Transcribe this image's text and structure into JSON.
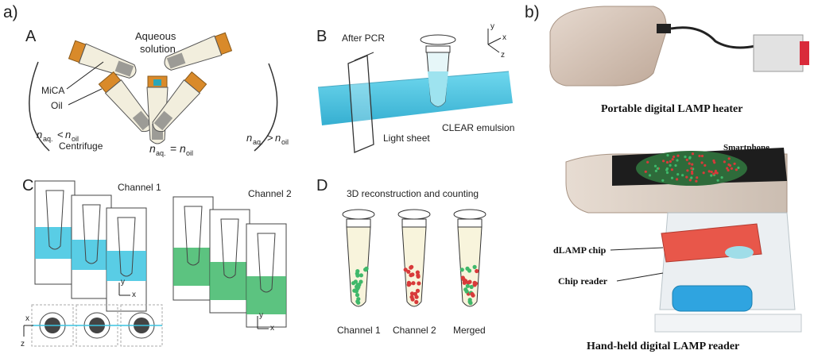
{
  "figure": {
    "label_a": "a)",
    "label_b": "b)"
  },
  "panelA": {
    "letter": "A",
    "aqueous_line1": "Aqueous",
    "aqueous_line2": "solution",
    "mica": "MiCA",
    "oil": "Oil",
    "centrifuge": "Centrifuge",
    "n": "n",
    "sub_aq": "aq.",
    "sub_oil": "oil",
    "lt": "<",
    "eq": "=",
    "gt": ">"
  },
  "panelB": {
    "letter": "B",
    "after_pcr": "After PCR",
    "light_sheet": "Light sheet",
    "clear_emulsion": "CLEAR emulsion",
    "axis_y": "y",
    "axis_x": "x",
    "axis_z": "z"
  },
  "panelC": {
    "letter": "C",
    "channel1": "Channel 1",
    "channel2": "Channel 2",
    "axis_y": "y",
    "axis_x": "x",
    "axis_z": "z"
  },
  "panelD": {
    "letter": "D",
    "title": "3D reconstruction and counting",
    "tube1": "Channel 1",
    "tube2": "Channel 2",
    "tube3": "Merged"
  },
  "panelRight": {
    "heater_caption": "Portable digital LAMP heater",
    "smartphone": "Smartphone",
    "dlamp_chip": "dLAMP chip",
    "chip_reader": "Chip reader",
    "reader_caption": "Hand-held digital LAMP reader"
  },
  "colors": {
    "cyan": "#3cc4e0",
    "green": "#3fb86a",
    "red": "#d83a3a",
    "orange": "#d98a2a",
    "chip": "#e8574a"
  }
}
